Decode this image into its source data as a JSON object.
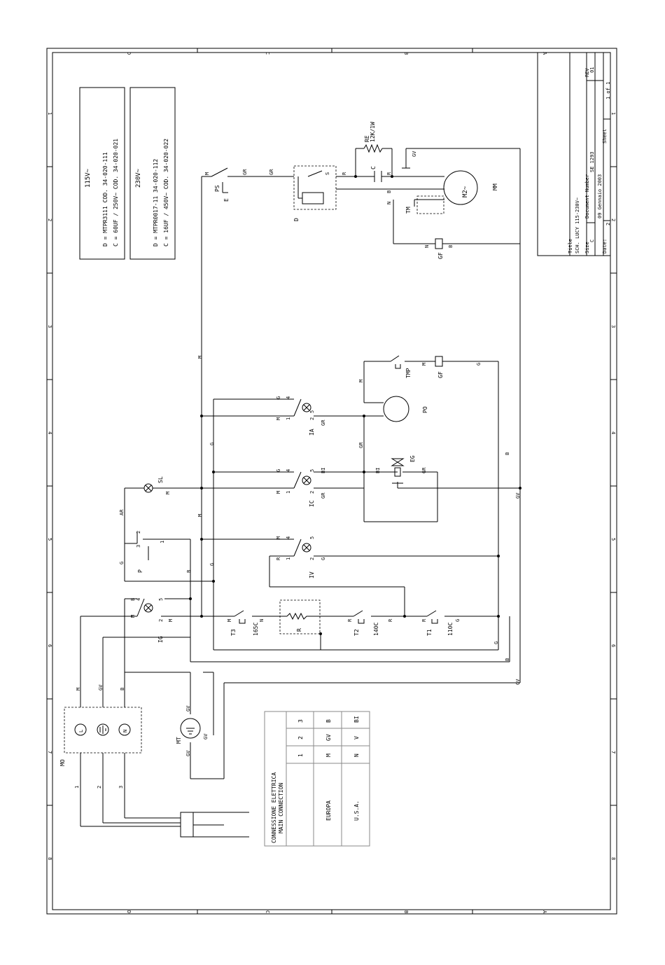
{
  "frame": {
    "rows": [
      "A",
      "B",
      "C",
      "D"
    ],
    "cols": [
      "1",
      "2",
      "3",
      "4",
      "5",
      "6",
      "7",
      "8"
    ]
  },
  "title_block": {
    "title_label": "Title",
    "title_value": "SCH. LUCY 115-230V~",
    "size_label": "Size",
    "size_value": "C",
    "docnum_label": "Document Number",
    "docnum_value": "SE 1293",
    "rev_label": "REV",
    "rev_value": "01",
    "date_label": "Date:",
    "date_value": "09 Gennaio 2003",
    "sheet_label": "Sheet",
    "sheet_value": "2",
    "of_value": "1 of 1"
  },
  "notes": {
    "v115": {
      "title": "115V~",
      "line1": "D = MTPR3111 COD. 34-020-111",
      "line2": "C = 60UF / 250V~ COD. 34-020-021"
    },
    "v230": {
      "title": "230V~",
      "line1": "D = MTPR0017-11 34-020-112",
      "line2": "C = 16UF / 450V~ COD. 34-020-022"
    }
  },
  "connection_table": {
    "title1": "CONNESSIONE ELETTRICA",
    "title2": "MAIN CONNECTION",
    "headers": [
      "1",
      "2",
      "3"
    ],
    "rows": [
      {
        "name": "EUROPA",
        "cells": [
          "M",
          "GV",
          "B"
        ]
      },
      {
        "name": "U.S.A.",
        "cells": [
          "N",
          "V",
          "BI"
        ]
      }
    ]
  },
  "components": {
    "PS": "PS",
    "E": "E",
    "D": "D",
    "RE": "RE",
    "RE_val": "12K/1W",
    "C": "C",
    "M2": "M2~",
    "MM": "MM",
    "TM": "TM",
    "GF": "GF",
    "GF2": "GF",
    "TMP": "TMP",
    "PO": "PO",
    "IA": "IA",
    "IC": "IC",
    "EG": "EG",
    "SL": "SL",
    "IV": "IV",
    "P": "P",
    "IG": "IG",
    "T3": "T3",
    "T2": "T2",
    "T1": "T1",
    "t165": "165C",
    "t140": "140C",
    "t110": "110C",
    "R": "R",
    "MO": "MO",
    "MT": "MT",
    "L": "L",
    "N": "N"
  },
  "wire_labels": {
    "M": "M",
    "GR": "GR",
    "S": "S",
    "R": "R",
    "B": "B",
    "N": "N",
    "G": "G",
    "GV": "GV",
    "BI": "BI",
    "AR": "AR",
    "one": "1",
    "two": "2",
    "three": "3",
    "four": "4",
    "five": "5"
  }
}
